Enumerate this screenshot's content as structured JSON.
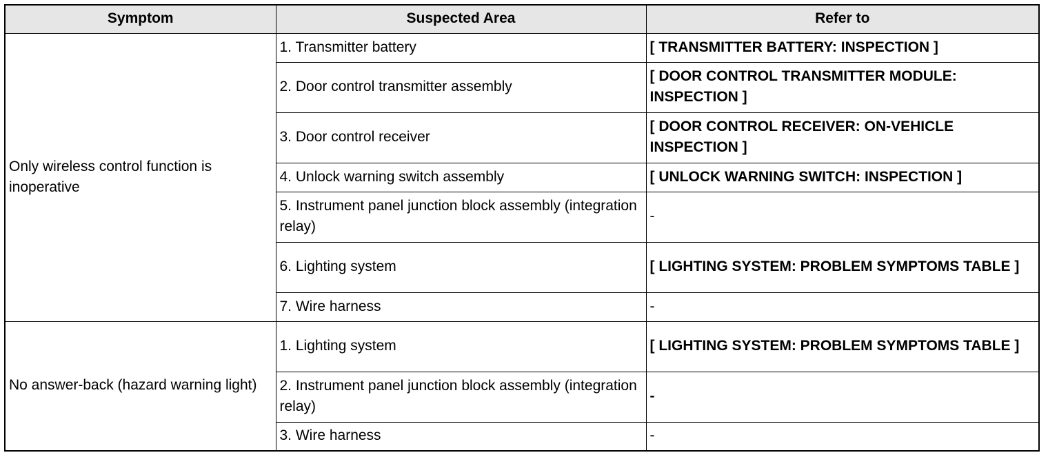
{
  "headers": {
    "symptom": "Symptom",
    "area": "Suspected Area",
    "refer": "Refer to"
  },
  "groups": [
    {
      "symptom": "Only wireless control function is inoperative",
      "rows": [
        {
          "area": "1. Transmitter battery",
          "refer": "[ TRANSMITTER BATTERY: INSPECTION ]"
        },
        {
          "area": "2. Door control transmitter assembly",
          "refer": "[ DOOR CONTROL TRANSMITTER MODULE: INSPECTION ]"
        },
        {
          "area": "3. Door control receiver",
          "refer": "[ DOOR CONTROL RECEIVER: ON-VEHICLE INSPECTION ]"
        },
        {
          "area": "4. Unlock warning switch assembly",
          "refer": "[ UNLOCK WARNING SWITCH: INSPECTION ]"
        },
        {
          "area": "5. Instrument panel junction block assembly (integration relay)",
          "refer": "-"
        },
        {
          "area": "6. Lighting system",
          "refer": "[ LIGHTING SYSTEM: PROBLEM SYMPTOMS TABLE ]"
        },
        {
          "area": "7. Wire harness",
          "refer": "-"
        }
      ]
    },
    {
      "symptom": "No answer-back (hazard warning light)",
      "rows": [
        {
          "area": "1. Lighting system",
          "refer": "[ LIGHTING SYSTEM: PROBLEM SYMPTOMS TABLE ]"
        },
        {
          "area": "2. Instrument panel junction block assembly (integration relay)",
          "refer": "-"
        },
        {
          "area": "3. Wire harness",
          "refer": "-"
        }
      ]
    }
  ]
}
